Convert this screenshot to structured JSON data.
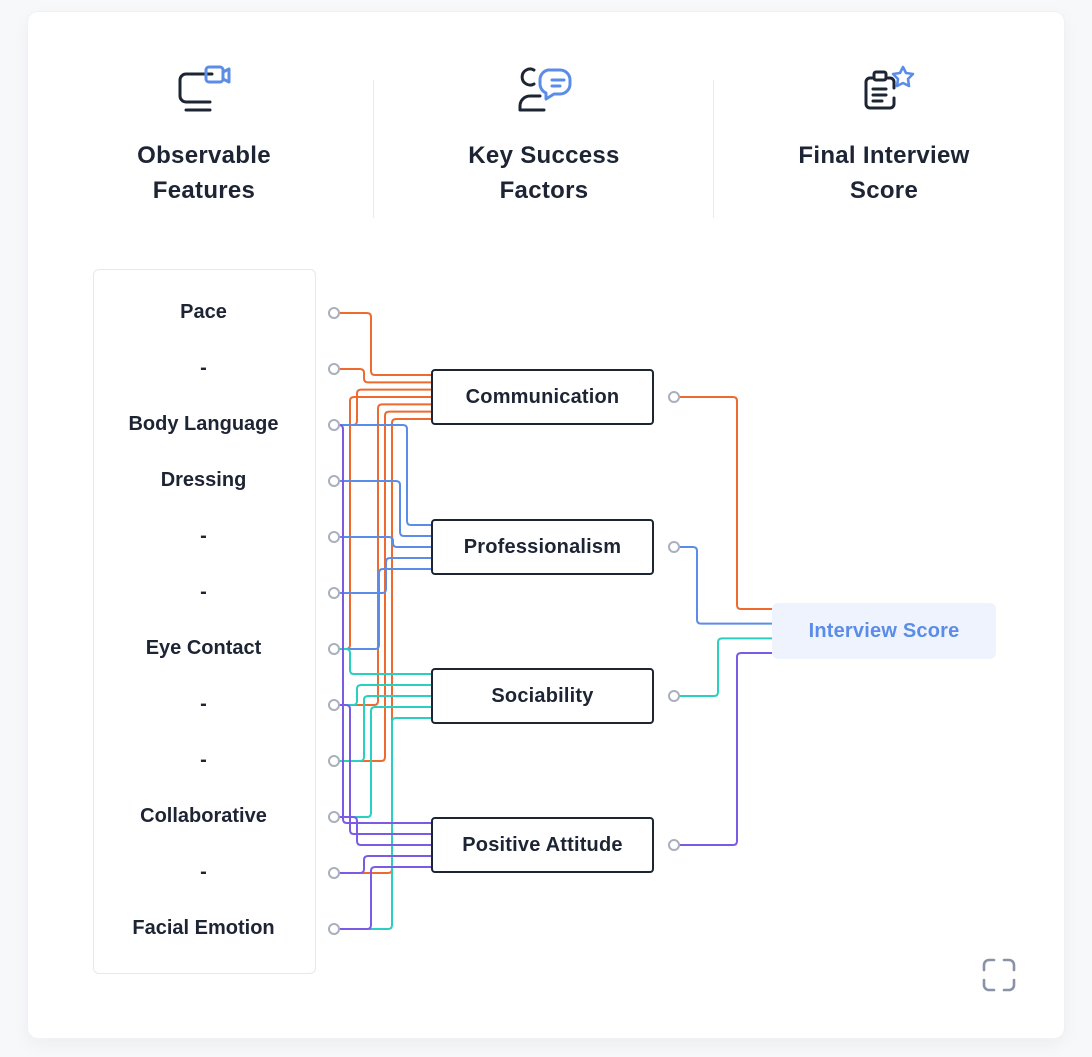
{
  "columns": [
    {
      "title": "Observable\nFeatures",
      "icon": "video-monitor-icon"
    },
    {
      "title": "Key Success\nFactors",
      "icon": "person-chat-icon"
    },
    {
      "title": "Final Interview\nScore",
      "icon": "clipboard-star-icon"
    }
  ],
  "features": [
    "Pace",
    "-",
    "Body Language",
    "Dressing",
    "-",
    "-",
    "Eye Contact",
    "-",
    "-",
    "Collaborative",
    "-",
    "Facial Emotion"
  ],
  "factors": [
    {
      "label": "Communication",
      "color": "#ee6a2f"
    },
    {
      "label": "Professionalism",
      "color": "#5b8de8"
    },
    {
      "label": "Sociability",
      "color": "#2bcfc0"
    },
    {
      "label": "Positive Attitude",
      "color": "#7b5be3"
    }
  ],
  "score": {
    "label": "Interview Score",
    "color": "#5b8de8",
    "background": "#eef3fd"
  },
  "connections": {
    "Communication": [
      0,
      1,
      2,
      6,
      7,
      8,
      10
    ],
    "Professionalism": [
      2,
      3,
      4,
      5,
      6
    ],
    "Sociability": [
      6,
      7,
      8,
      9,
      11
    ],
    "Positive Attitude": [
      2,
      7,
      9,
      10,
      11
    ]
  },
  "icons": {
    "expand": "expand-icon",
    "connector": "connector-dot-icon"
  }
}
